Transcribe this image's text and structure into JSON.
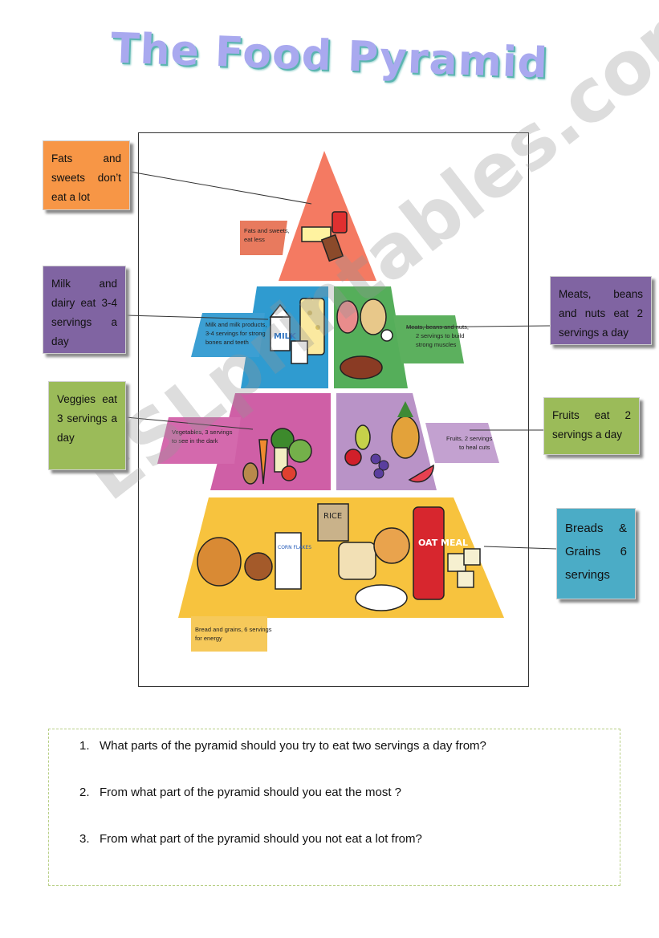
{
  "title": "The Food Pyramid",
  "labels": {
    "fats": "Fats and sweets don’t eat a lot",
    "milk": "Milk and dairy eat 3-4 servings a day",
    "veggies": "Veggies eat 3 servings a day",
    "meats": "Meats, beans and nuts eat 2 servings a day",
    "fruits": "Fruits eat 2 servings a day",
    "breads": "Breads & Grains 6 servings"
  },
  "pyramid": {
    "fats_caption_1": "Fats and sweets,",
    "fats_caption_2": "eat less",
    "milk_caption_1": "Milk and milk products,",
    "milk_caption_2": "3-4 servings for strong",
    "milk_caption_3": "bones and teeth",
    "meats_caption_1": "Meats, beans and nuts,",
    "meats_caption_2": "2 servings to build",
    "meats_caption_3": "strong muscles",
    "veg_caption_1": "Vegetables, 3 servings",
    "veg_caption_2": "to see in the dark",
    "fruit_caption_1": "Fruits, 2 servings",
    "fruit_caption_2": "to heal cuts",
    "bread_caption_1": "Bread and grains, 6 servings",
    "bread_caption_2": "for energy",
    "rice_label": "RICE",
    "flakes_label": "CORN FLAKES",
    "oat_label": "OAT MEAL",
    "milk_label": "MILK"
  },
  "questions": [
    {
      "num": "1.",
      "text": "What parts of the pyramid should you try to eat two servings a day from?"
    },
    {
      "num": "2.",
      "text": "From what part of the pyramid should you eat the most ?"
    },
    {
      "num": "3.",
      "text": "From what part of the pyramid should you not eat a lot from?"
    }
  ],
  "watermark": "ESLprintables.com",
  "colors": {
    "fats": "#f47a62",
    "milk": "#2f9bd0",
    "meats": "#55ae5a",
    "veg": "#cf5fa6",
    "fruit": "#b993c7",
    "bread": "#f7c33e"
  }
}
